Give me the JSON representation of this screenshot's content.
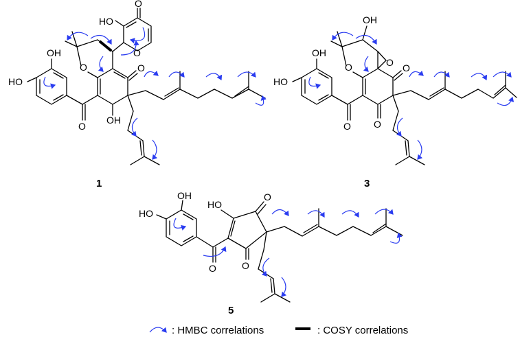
{
  "compounds": [
    {
      "label": "1",
      "atoms": {
        "oh_top": "HO",
        "oh_left": "HO",
        "oh_cat": "OH",
        "oh_enol": "OH",
        "o_ring": "O",
        "o_ketone": "O",
        "o_carbonyl": "O",
        "o_pyr_ring": "O",
        "o_pyr_keto": "O"
      }
    },
    {
      "label": "3",
      "atoms": {
        "oh_left": "HO",
        "oh_cat": "OH",
        "oh_top": "OH",
        "o_ring": "O",
        "o_epox": "O",
        "o_ketone": "O",
        "o_carbonyl": "O",
        "o_ketone2": "O"
      }
    },
    {
      "label": "5",
      "atoms": {
        "oh_left": "HO",
        "oh_cat": "OH",
        "oh_enol": "HO",
        "o_ketone": "O",
        "o_carbonyl": "O",
        "o_ketone2": "O"
      }
    }
  ],
  "legend": {
    "hmbc": ": HMBC correlations",
    "cosy": ": COSY correlations"
  },
  "colors": {
    "hmbc_arrow": "#2a3cf0",
    "bond": "#000000"
  }
}
